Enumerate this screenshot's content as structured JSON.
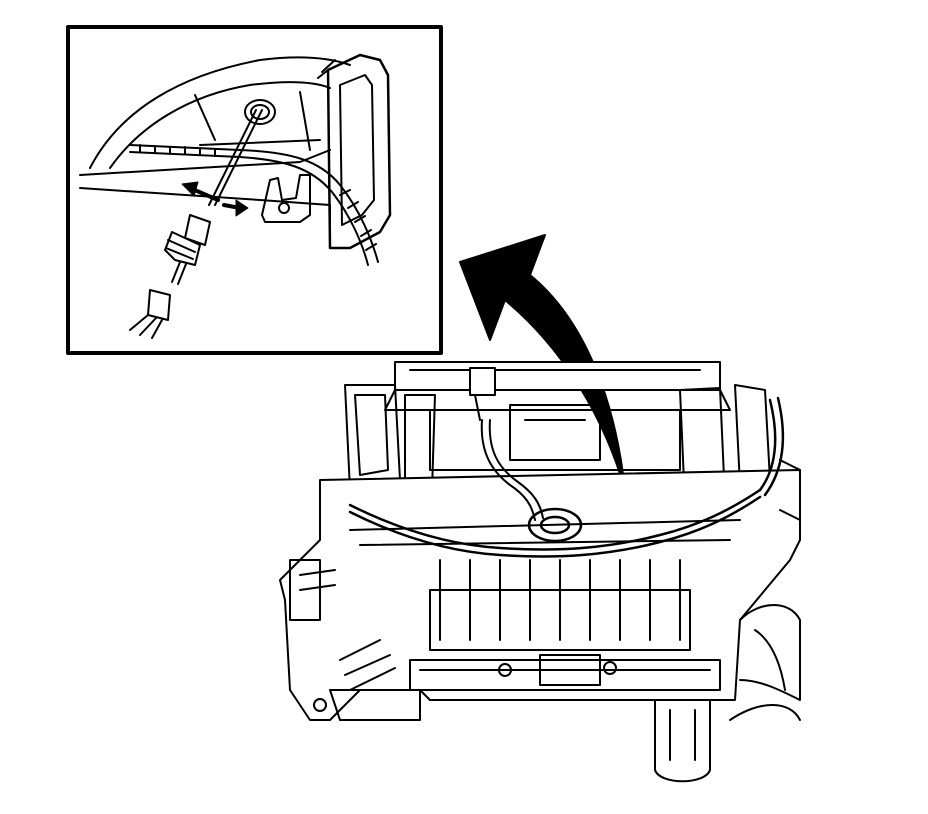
{
  "figure": {
    "colors": {
      "ink": "#000000",
      "paper": "#ffffff"
    },
    "inset": {
      "parts": [
        "duct-housing",
        "sensor",
        "wire-harness",
        "connector",
        "retaining-clip",
        "direction-arrows"
      ]
    },
    "main": {
      "parts": [
        "hvac-module-housing",
        "harness",
        "sensor-connector",
        "callout-arrow"
      ]
    }
  }
}
